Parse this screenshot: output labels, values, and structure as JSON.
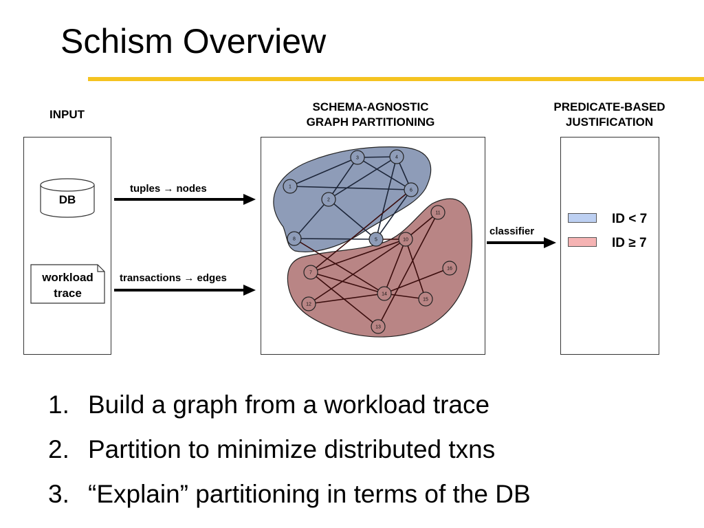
{
  "slide": {
    "title": "Schism Overview",
    "accent_color": "#f5c320"
  },
  "columns": {
    "input": {
      "heading": "INPUT"
    },
    "partitioning": {
      "heading_line1": "SCHEMA-AGNOSTIC",
      "heading_line2": "GRAPH PARTITIONING"
    },
    "justification": {
      "heading_line1": "PREDICATE-BASED",
      "heading_line2": "JUSTIFICATION"
    }
  },
  "input_items": {
    "db_label": "DB",
    "trace_line1": "workload",
    "trace_line2": "trace"
  },
  "arrows": {
    "tuples_nodes": "tuples → nodes",
    "transactions_edges": "transactions → edges",
    "classifier": "classifier"
  },
  "legend": [
    {
      "label": "ID < 7",
      "color": "#bdd0f2"
    },
    {
      "label": "ID ≥ 7",
      "color": "#f5b3b3"
    }
  ],
  "graph": {
    "partition_colors": {
      "blue": "#8e9cb8",
      "red": "#b98585"
    },
    "nodes": [
      "1",
      "2",
      "3",
      "4",
      "5",
      "6",
      "7",
      "8",
      "10",
      "11",
      "12",
      "13",
      "14",
      "15",
      "16"
    ],
    "edges": [
      [
        "1",
        "3"
      ],
      [
        "1",
        "6"
      ],
      [
        "3",
        "4"
      ],
      [
        "3",
        "2"
      ],
      [
        "3",
        "6"
      ],
      [
        "4",
        "2"
      ],
      [
        "4",
        "6"
      ],
      [
        "4",
        "5"
      ],
      [
        "2",
        "8"
      ],
      [
        "2",
        "5"
      ],
      [
        "8",
        "5"
      ],
      [
        "6",
        "5"
      ],
      [
        "6",
        "7"
      ],
      [
        "8",
        "14"
      ],
      [
        "5",
        "10"
      ],
      [
        "10",
        "7"
      ],
      [
        "10",
        "12"
      ],
      [
        "10",
        "14"
      ],
      [
        "10",
        "15"
      ],
      [
        "11",
        "10"
      ],
      [
        "11",
        "13"
      ],
      [
        "7",
        "14"
      ],
      [
        "7",
        "13"
      ],
      [
        "12",
        "14"
      ],
      [
        "14",
        "16"
      ],
      [
        "14",
        "15"
      ]
    ]
  },
  "steps": [
    {
      "num": "1.",
      "text": "Build a graph from a workload trace"
    },
    {
      "num": "2.",
      "text": "Partition to minimize distributed txns"
    },
    {
      "num": "3.",
      "text": "“Explain” partitioning in terms of the DB"
    }
  ]
}
